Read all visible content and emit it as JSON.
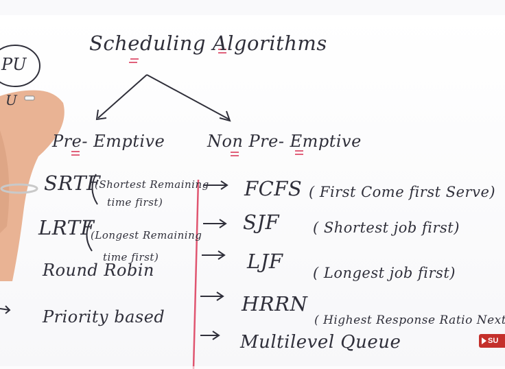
{
  "board": {
    "corner_fragment": "PU",
    "corner_fragment2": "U",
    "title": "Scheduling Algorithms",
    "left_heading": "Pre- Emptive",
    "right_heading": "Non Pre- Emptive",
    "preemptive": [
      {
        "name": "SRTF",
        "paren_line1": "(Shortest Remaining",
        "paren_line2": "time first)"
      },
      {
        "name": "LRTF",
        "paren_line1": "(Longest Remaining",
        "paren_line2": "time first)"
      },
      {
        "name": "Round Robin"
      },
      {
        "name": "Priority based"
      }
    ],
    "nonpreemptive": [
      {
        "name": "FCFS",
        "detail": "( First Come first Serve)"
      },
      {
        "name": "SJF",
        "detail": "( Shortest job first)"
      },
      {
        "name": "LJF",
        "detail": "( Longest job first)"
      },
      {
        "name": "HRRN",
        "detail": "( Highest Response Ratio Next)"
      },
      {
        "name": "Multilevel Queue"
      }
    ]
  },
  "overlay": {
    "subscribe_label": "SU",
    "subscribe_color": "#c4302b",
    "ink_color": "#2f2f3a",
    "underline_color": "#e0607a",
    "divider_color": "#e05570"
  }
}
